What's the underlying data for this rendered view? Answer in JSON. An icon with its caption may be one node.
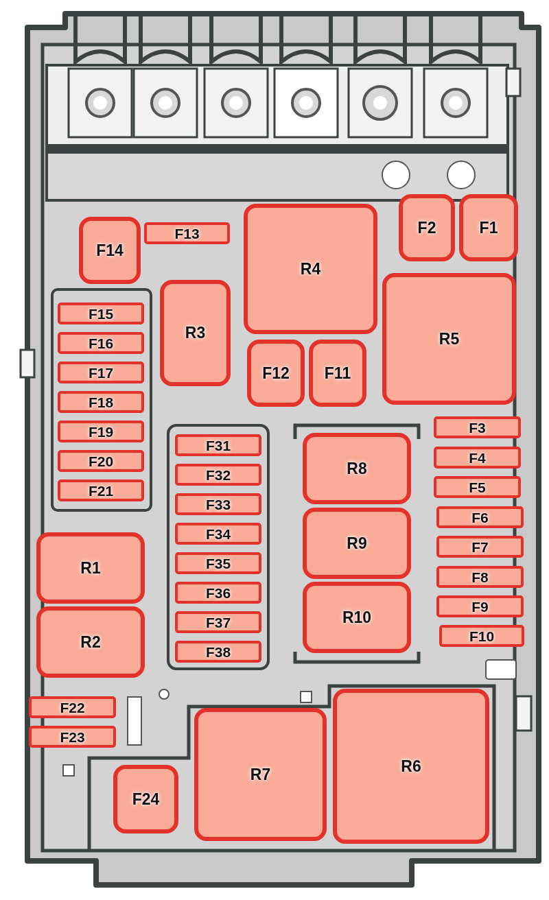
{
  "diagram": {
    "nodes": [
      {
        "text": [
          "F14"
        ]
      },
      {
        "text": [
          "F13"
        ]
      },
      {
        "text": [
          "R4"
        ]
      },
      {
        "text": [
          "F2"
        ]
      },
      {
        "text": [
          "F1"
        ]
      },
      {
        "text": [
          "R3"
        ]
      },
      {
        "text": [
          "R5"
        ]
      },
      {
        "text": [
          "F15"
        ]
      },
      {
        "text": [
          "F16"
        ]
      },
      {
        "text": [
          "F17"
        ]
      },
      {
        "text": [
          "F18"
        ]
      },
      {
        "text": [
          "F19"
        ]
      },
      {
        "text": [
          "F20"
        ]
      },
      {
        "text": [
          "F21"
        ]
      },
      {
        "text": [
          "F12"
        ]
      },
      {
        "text": [
          "F11"
        ]
      },
      {
        "text": [
          "F31"
        ]
      },
      {
        "text": [
          "F32"
        ]
      },
      {
        "text": [
          "F33"
        ]
      },
      {
        "text": [
          "F34"
        ]
      },
      {
        "text": [
          "F35"
        ]
      },
      {
        "text": [
          "F36"
        ]
      },
      {
        "text": [
          "F37"
        ]
      },
      {
        "text": [
          "F38"
        ]
      },
      {
        "text": [
          "R8"
        ]
      },
      {
        "text": [
          "R9"
        ]
      },
      {
        "text": [
          "R10"
        ]
      },
      {
        "text": [
          "F3"
        ]
      },
      {
        "text": [
          "F4"
        ]
      },
      {
        "text": [
          "F5"
        ]
      },
      {
        "text": [
          "F6"
        ]
      },
      {
        "text": [
          "F7"
        ]
      },
      {
        "text": [
          "F8"
        ]
      },
      {
        "text": [
          "F9"
        ]
      },
      {
        "text": [
          "F10"
        ]
      },
      {
        "text": [
          "R1"
        ]
      },
      {
        "text": [
          "R2"
        ]
      },
      {
        "text": [
          "F22"
        ]
      },
      {
        "text": [
          "F23"
        ]
      },
      {
        "text": [
          "F24"
        ]
      },
      {
        "text": [
          "R7"
        ]
      },
      {
        "text": [
          "R6"
        ]
      }
    ]
  }
}
